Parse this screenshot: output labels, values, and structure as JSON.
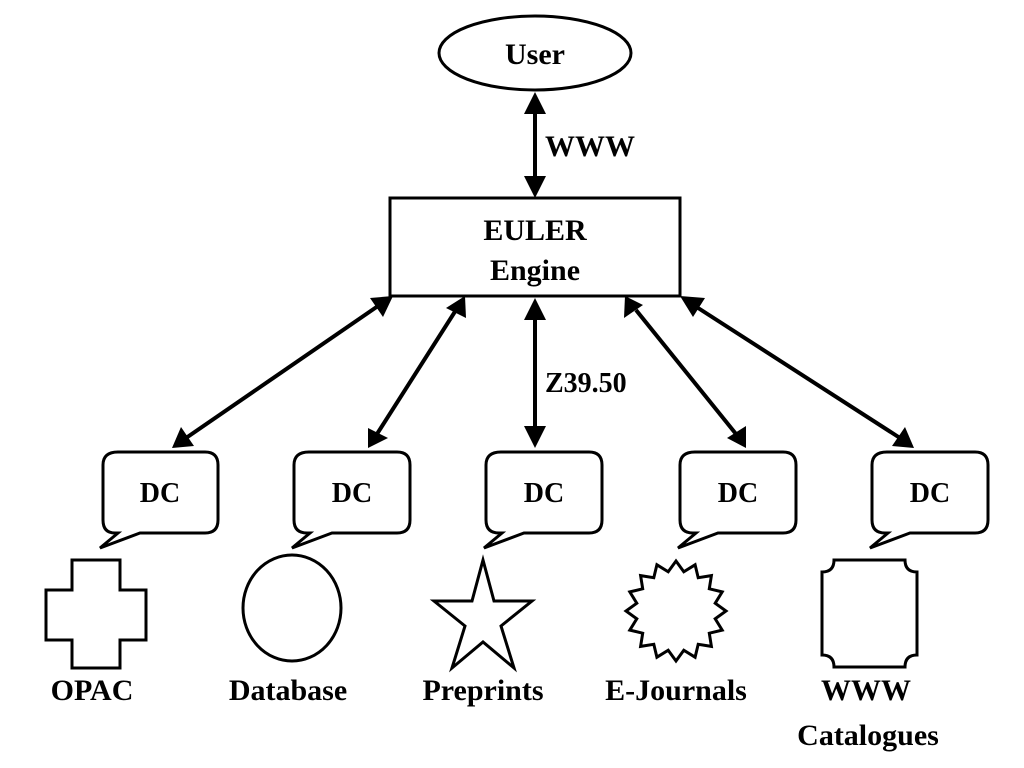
{
  "diagram": {
    "user": {
      "label": "User"
    },
    "user_link": {
      "label": "WWW"
    },
    "engine": {
      "line1": "EULER",
      "line2": "Engine"
    },
    "protocol": {
      "label": "Z39.50"
    },
    "connectors": [
      {
        "label": "DC"
      },
      {
        "label": "DC"
      },
      {
        "label": "DC"
      },
      {
        "label": "DC"
      },
      {
        "label": "DC"
      }
    ],
    "sources": [
      {
        "label": "OPAC",
        "shape": "cross"
      },
      {
        "label": "Database",
        "shape": "circle"
      },
      {
        "label": "Preprints",
        "shape": "star"
      },
      {
        "label": "E-Journals",
        "shape": "starburst"
      },
      {
        "label": "WWW",
        "label2": "Catalogues",
        "shape": "notched-rectangle"
      }
    ]
  }
}
